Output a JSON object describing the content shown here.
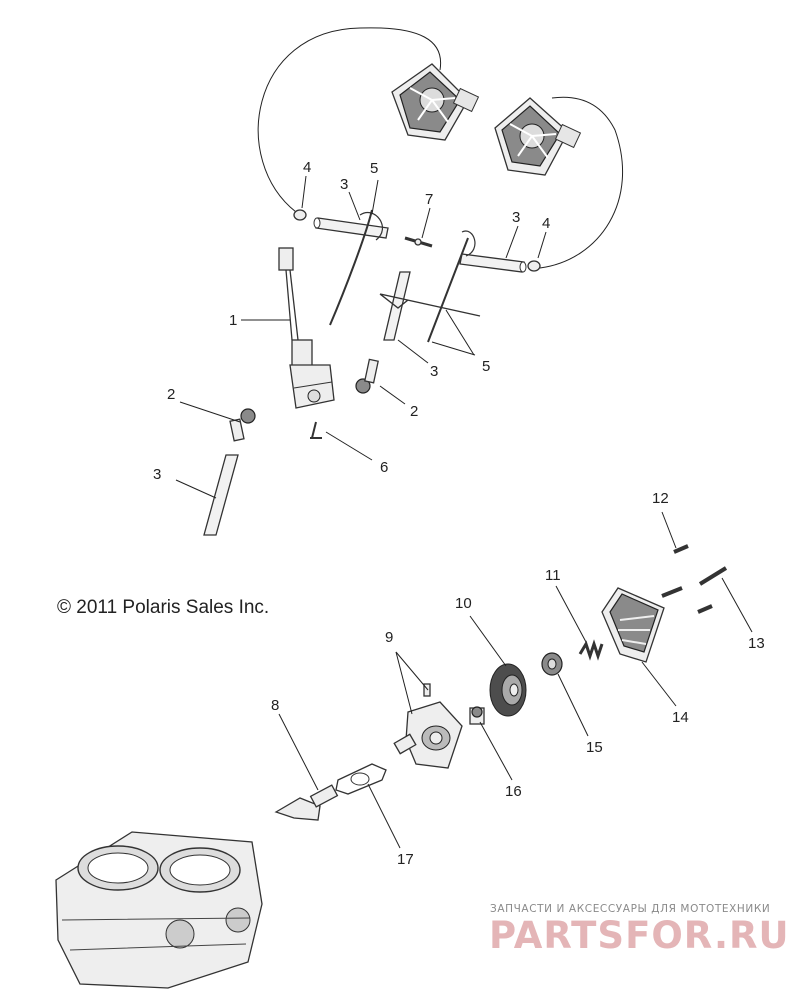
{
  "copyright": "© 2011 Polaris Sales Inc.",
  "watermark": {
    "tagline": "ЗАПЧАСТИ И АКСЕССУАРЫ ДЛЯ МОТОТЕХНИКИ",
    "brand": "PARTSFOR.RU"
  },
  "callouts": {
    "c1": "1",
    "c2a": "2",
    "c2b": "2",
    "c3a": "3",
    "c3b": "3",
    "c3c": "3",
    "c3d": "3",
    "c4a": "4",
    "c4b": "4",
    "c5a": "5",
    "c5b": "5",
    "c6": "6",
    "c7": "7",
    "c8": "8",
    "c9": "9",
    "c10": "10",
    "c11": "11",
    "c12": "12",
    "c13": "13",
    "c14": "14",
    "c15": "15",
    "c16": "16",
    "c17": "17"
  }
}
